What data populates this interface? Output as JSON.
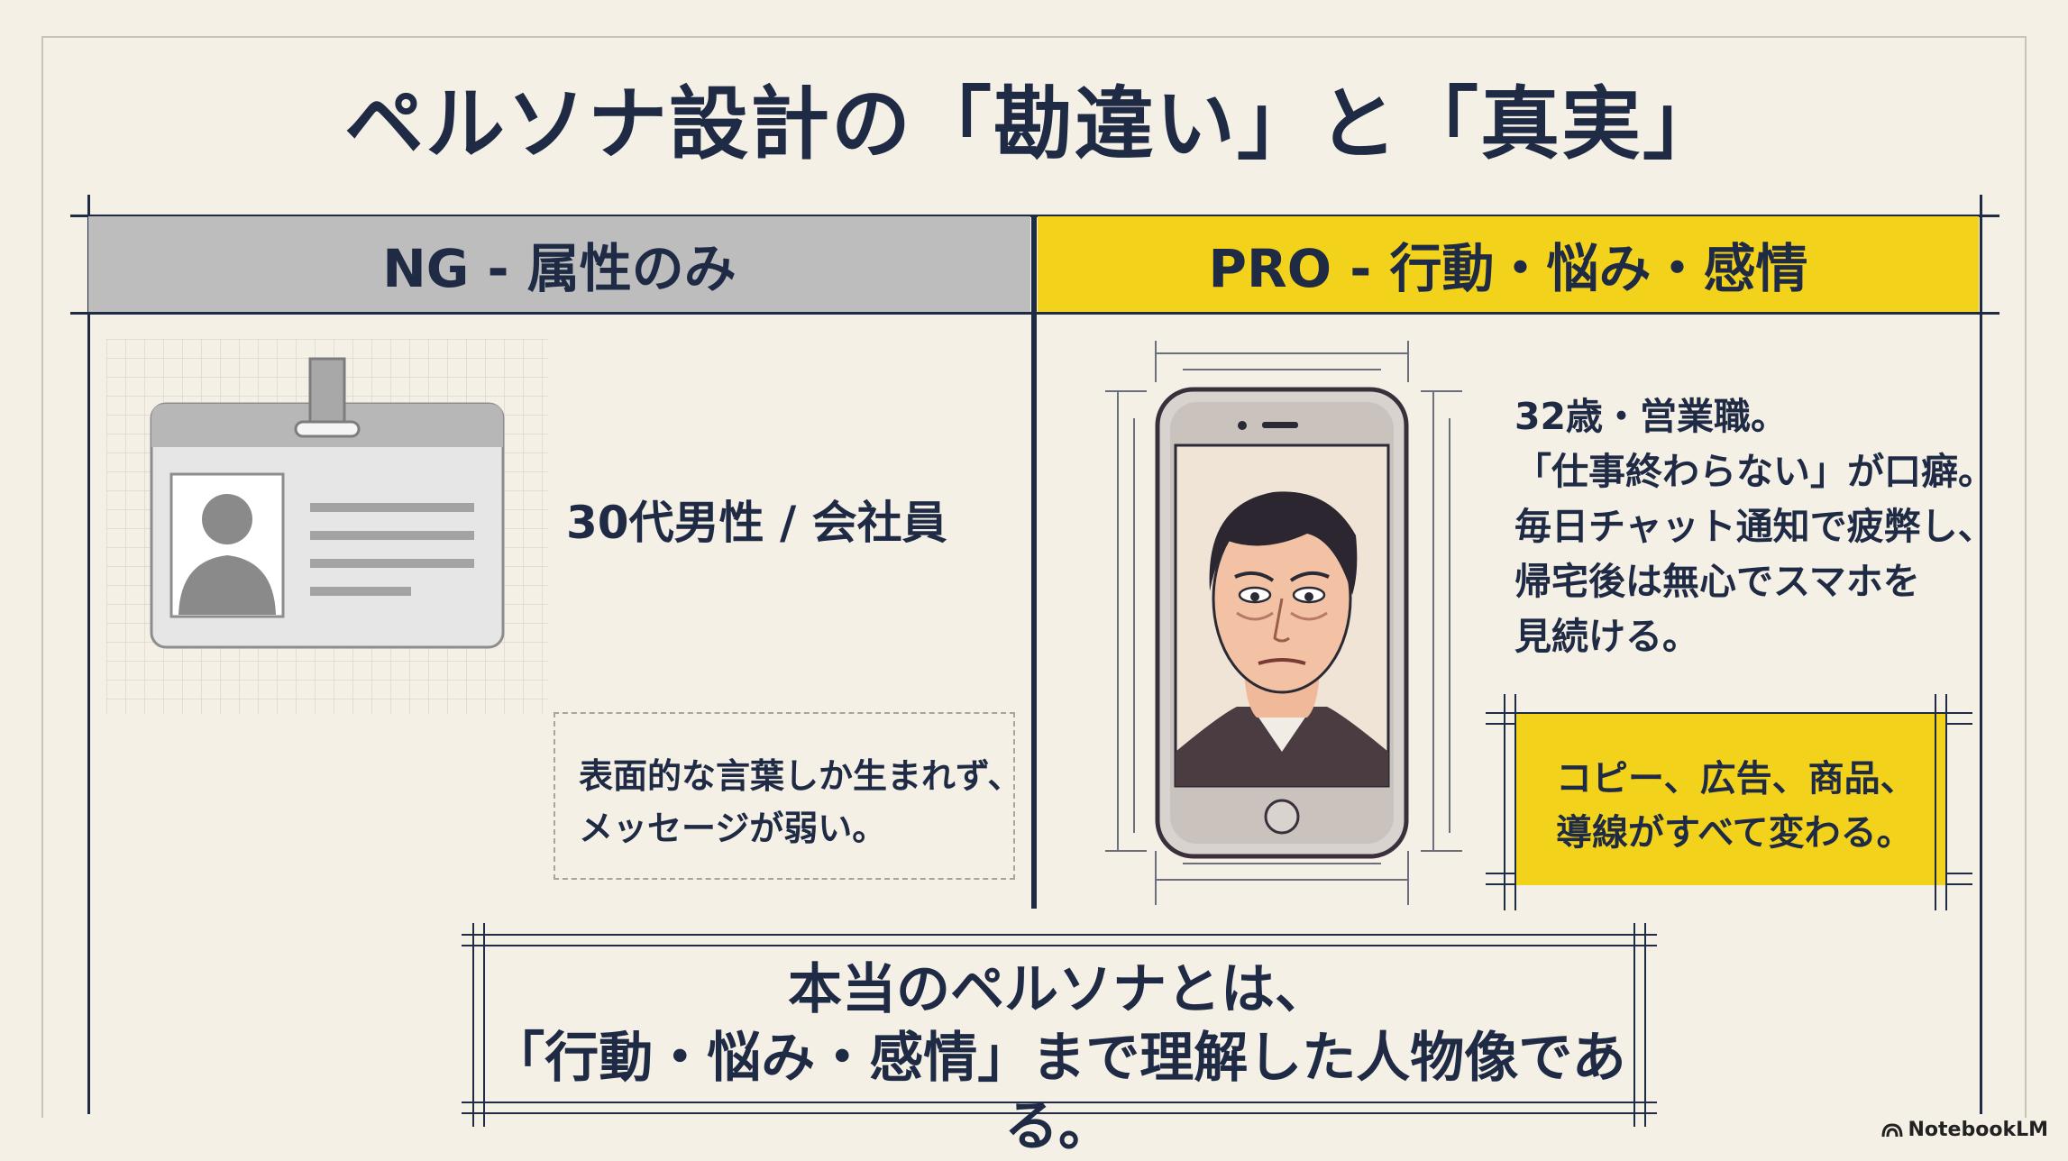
{
  "title": "ペルソナ設計の「勘違い」と「真実」",
  "ng": {
    "header": "NG - 属性のみ",
    "attribute": "30代男性 / 会社員",
    "note_lines": [
      "表面的な言葉しか生まれず、",
      "メッセージが弱い。"
    ]
  },
  "pro": {
    "header": "PRO - 行動・悩み・感情",
    "description_lines": [
      "32歳・営業職。",
      "「仕事終わらない」が口癖。",
      "毎日チャット通知で疲弊し、",
      "帰宅後は無心でスマホを",
      "見続ける。"
    ],
    "note_lines": [
      "コピー、広告、商品、",
      "導線がすべて変わる。"
    ]
  },
  "conclusion_lines": [
    "本当のペルソナとは、",
    "「行動・悩み・感情」まで理解した人物像である。"
  ],
  "branding": "NotebookLM",
  "colors": {
    "navy": "#1f2a44",
    "accent_yellow": "#f3d21c",
    "ng_gray": "#bdbdbd",
    "paper": "#f5f0e6"
  },
  "icons": [
    "id-card-icon",
    "person-silhouette-icon",
    "smartphone-portrait-icon",
    "notebooklm-logo-icon"
  ]
}
